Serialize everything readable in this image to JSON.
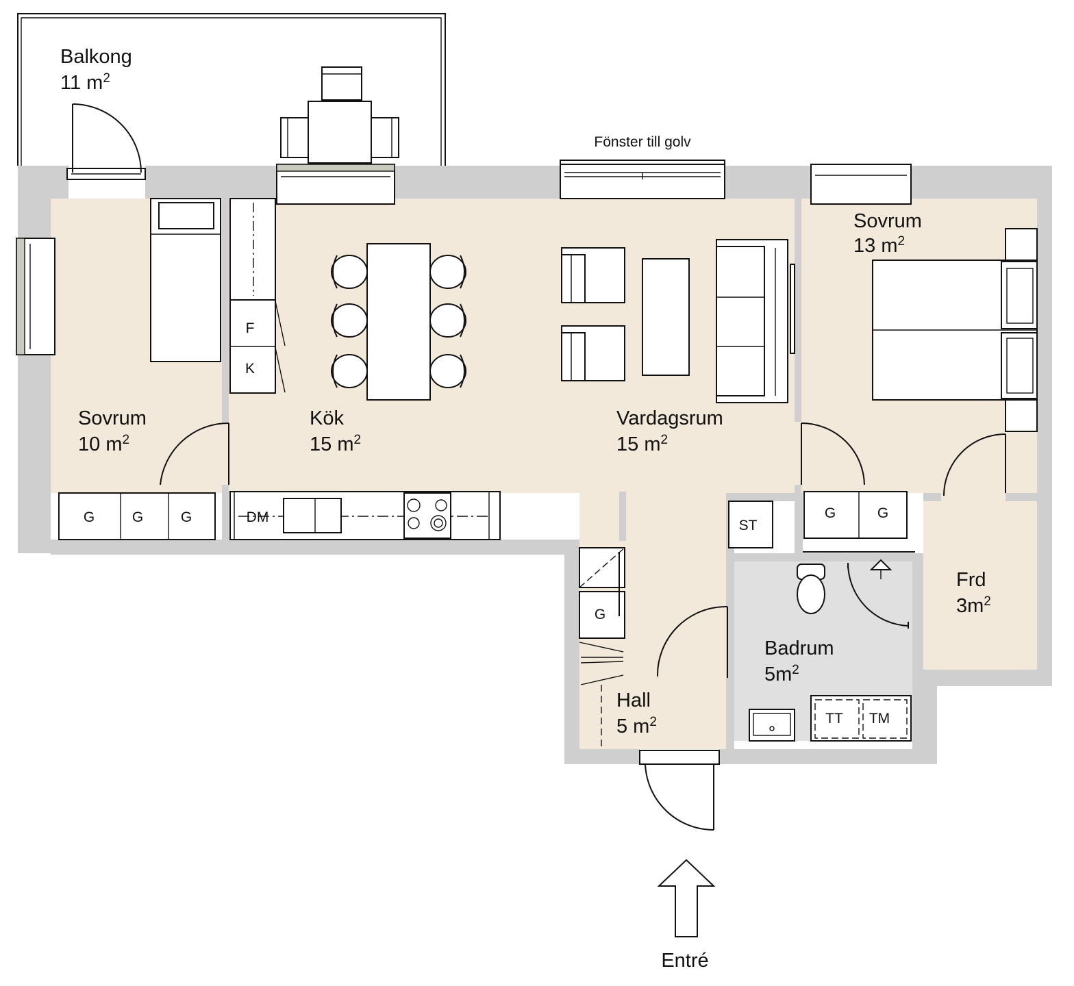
{
  "plan": {
    "colors": {
      "wall": "#cfcfcf",
      "floor": "#f2e9db",
      "bath_floor": "#e0e0e0",
      "line": "#111111"
    },
    "rooms": {
      "balkong": {
        "name": "Balkong",
        "area_num": "11 m",
        "area_sup": "2"
      },
      "sovrum_small": {
        "name": "Sovrum",
        "area_num": "10 m",
        "area_sup": "2"
      },
      "kok": {
        "name": "Kök",
        "area_num": "15 m",
        "area_sup": "2"
      },
      "vardagsrum": {
        "name": "Vardagsrum",
        "area_num": "15 m",
        "area_sup": "2"
      },
      "sovrum_large": {
        "name": "Sovrum",
        "area_num": "13 m",
        "area_sup": "2"
      },
      "frd": {
        "name": "Frd",
        "area_num": "3m",
        "area_sup": "2"
      },
      "badrum": {
        "name": "Badrum",
        "area_num": "5m",
        "area_sup": "2"
      },
      "hall": {
        "name": "Hall",
        "area_num": "5 m",
        "area_sup": "2"
      }
    },
    "window_note": "Fönster till golv",
    "entrance": "Entré",
    "fixtures": {
      "fridge": "F",
      "freezer": "K",
      "dishwasher": "DM",
      "wardrobe": "G",
      "drying_cabinet": "ST",
      "tumble_dryer": "TT",
      "washing_machine": "TM"
    }
  }
}
